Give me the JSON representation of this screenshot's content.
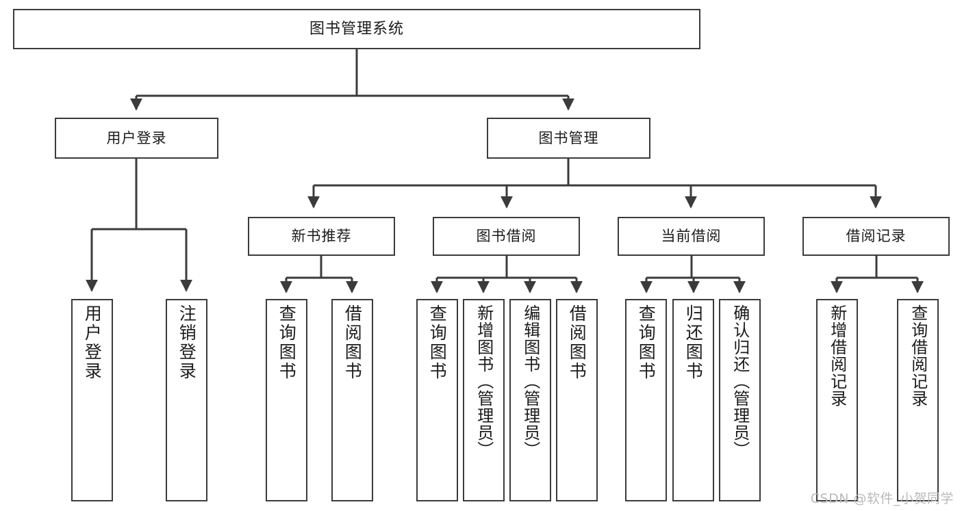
{
  "diagram": {
    "type": "tree",
    "title": "图书管理系统",
    "watermark": "CSDN @软件_小贺同学",
    "levels": {
      "root": {
        "label": "图书管理系统"
      },
      "level1": [
        {
          "label": "用户登录"
        },
        {
          "label": "图书管理"
        }
      ],
      "level2": [
        {
          "label": "新书推荐"
        },
        {
          "label": "图书借阅"
        },
        {
          "label": "当前借阅"
        },
        {
          "label": "借阅记录"
        }
      ],
      "leaves_user_login": [
        {
          "label": "用户登录"
        },
        {
          "label": "注销登录"
        }
      ],
      "leaves_new_books": [
        {
          "label": "查询图书"
        },
        {
          "label": "借阅图书"
        }
      ],
      "leaves_borrow": [
        {
          "label": "查询图书"
        },
        {
          "label": "新增图书（管理员）"
        },
        {
          "label": "编辑图书（管理员）"
        },
        {
          "label": "借阅图书"
        }
      ],
      "leaves_current": [
        {
          "label": "查询图书"
        },
        {
          "label": "归还图书"
        },
        {
          "label": "确认归还（管理员）"
        }
      ],
      "leaves_records": [
        {
          "label": "新增借阅记录"
        },
        {
          "label": "查询借阅记录"
        }
      ]
    },
    "colors": {
      "stroke": "#3b3b3b",
      "text": "#1b1b1b",
      "background": "#ffffff",
      "watermark": "#b9b9b9"
    }
  }
}
